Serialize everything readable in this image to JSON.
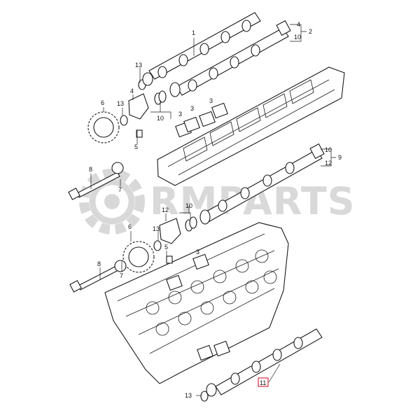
{
  "watermark": {
    "brand_text": "RMPARTS",
    "color": "#b9b9b9"
  },
  "callouts": {
    "c1": "1",
    "c2": "2",
    "c3a": "3",
    "c3b": "3",
    "c3c": "3",
    "c3d": "3",
    "c4a": "4",
    "c4b": "4",
    "c5a": "5",
    "c5b": "5",
    "c6a": "6",
    "c6b": "6",
    "c7a": "7",
    "c7b": "7",
    "c8a": "8",
    "c8b": "8",
    "c9": "9",
    "c10a": "10",
    "c10b": "10",
    "c10c": "10",
    "c10d": "10",
    "c11": "11",
    "c12a": "12",
    "c12b": "12",
    "c13a": "13",
    "c13b": "13",
    "c13c": "13",
    "c13d": "13"
  },
  "colors": {
    "line": "#1a1a1a",
    "highlight_box": "#d0021b"
  }
}
